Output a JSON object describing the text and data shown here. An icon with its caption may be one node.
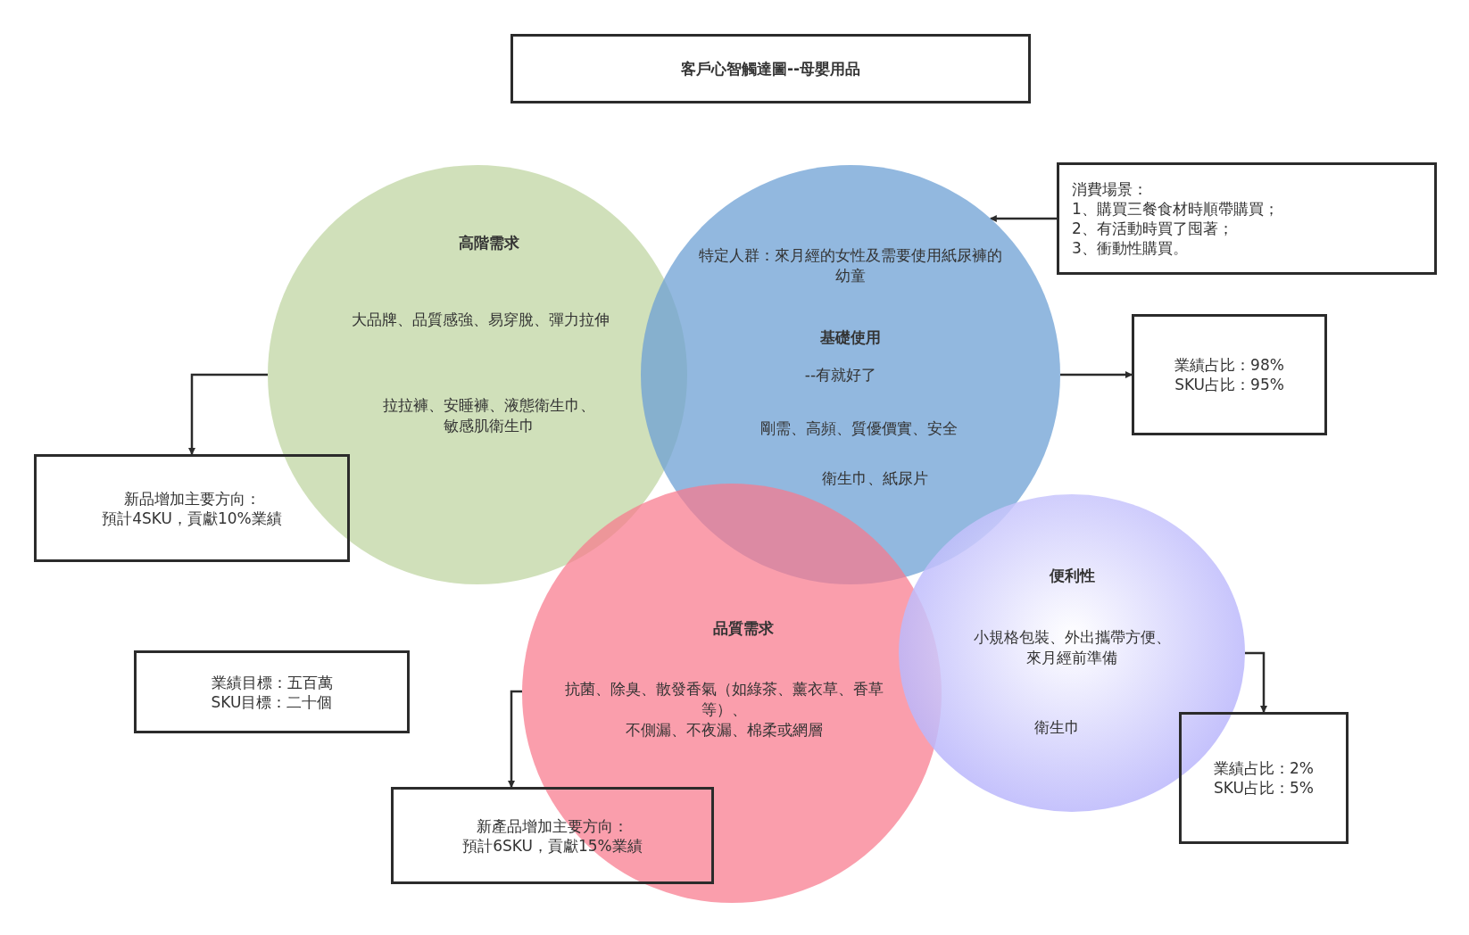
{
  "diagram": {
    "nodes": [
      {
        "text": [
          "客戶心智觸達圖--母嬰用品"
        ]
      },
      {
        "text": [
          "高階需求",
          "大品牌、品質感強、易穿脫、彈力拉伸",
          "拉拉褲、安睡褲、液態衛生巾、敏感肌衛生巾"
        ]
      },
      {
        "text": [
          "特定人群：來月經的女性及需要使用紙尿褲的幼童",
          "基礎使用",
          "--有就好了",
          "剛需、高頻、質優價實、安全",
          "衛生巾、紙尿片"
        ]
      },
      {
        "text": [
          "品質需求",
          "抗菌、除臭、散發香氣（如綠茶、薰衣草、香草等）、",
          "不側漏、不夜漏、棉柔或網層"
        ]
      },
      {
        "text": [
          "便利性",
          "小規格包裝、外出攜帶方便、來月經前準備",
          "衛生巾"
        ]
      },
      {
        "text": [
          "消費場景：",
          "1、購買三餐食材時順帶購買；",
          "2、有活動時買了囤著；",
          "3、衝動性購買。"
        ]
      },
      {
        "text": [
          "業績占比：98%",
          "SKU占比：95%"
        ]
      },
      {
        "text": [
          "新品增加主要方向：",
          "預計4SKU，貢獻10%業績"
        ]
      },
      {
        "text": [
          "業績目標：五百萬",
          "SKU目標：二十個"
        ]
      },
      {
        "text": [
          "新產品增加主要方向：",
          "預計6SKU，貢獻15%業績"
        ]
      },
      {
        "text": [
          "業績占比：2%",
          "SKU占比：5%"
        ]
      }
    ],
    "edges": [
      {
        "from": 5,
        "to": 2,
        "arrow": "to"
      },
      {
        "from": 2,
        "to": 6,
        "arrow": "to"
      },
      {
        "from": 1,
        "to": 7,
        "arrow": "to"
      },
      {
        "from": 3,
        "to": 9,
        "arrow": "to"
      },
      {
        "from": 4,
        "to": 10,
        "arrow": "to"
      }
    ]
  }
}
